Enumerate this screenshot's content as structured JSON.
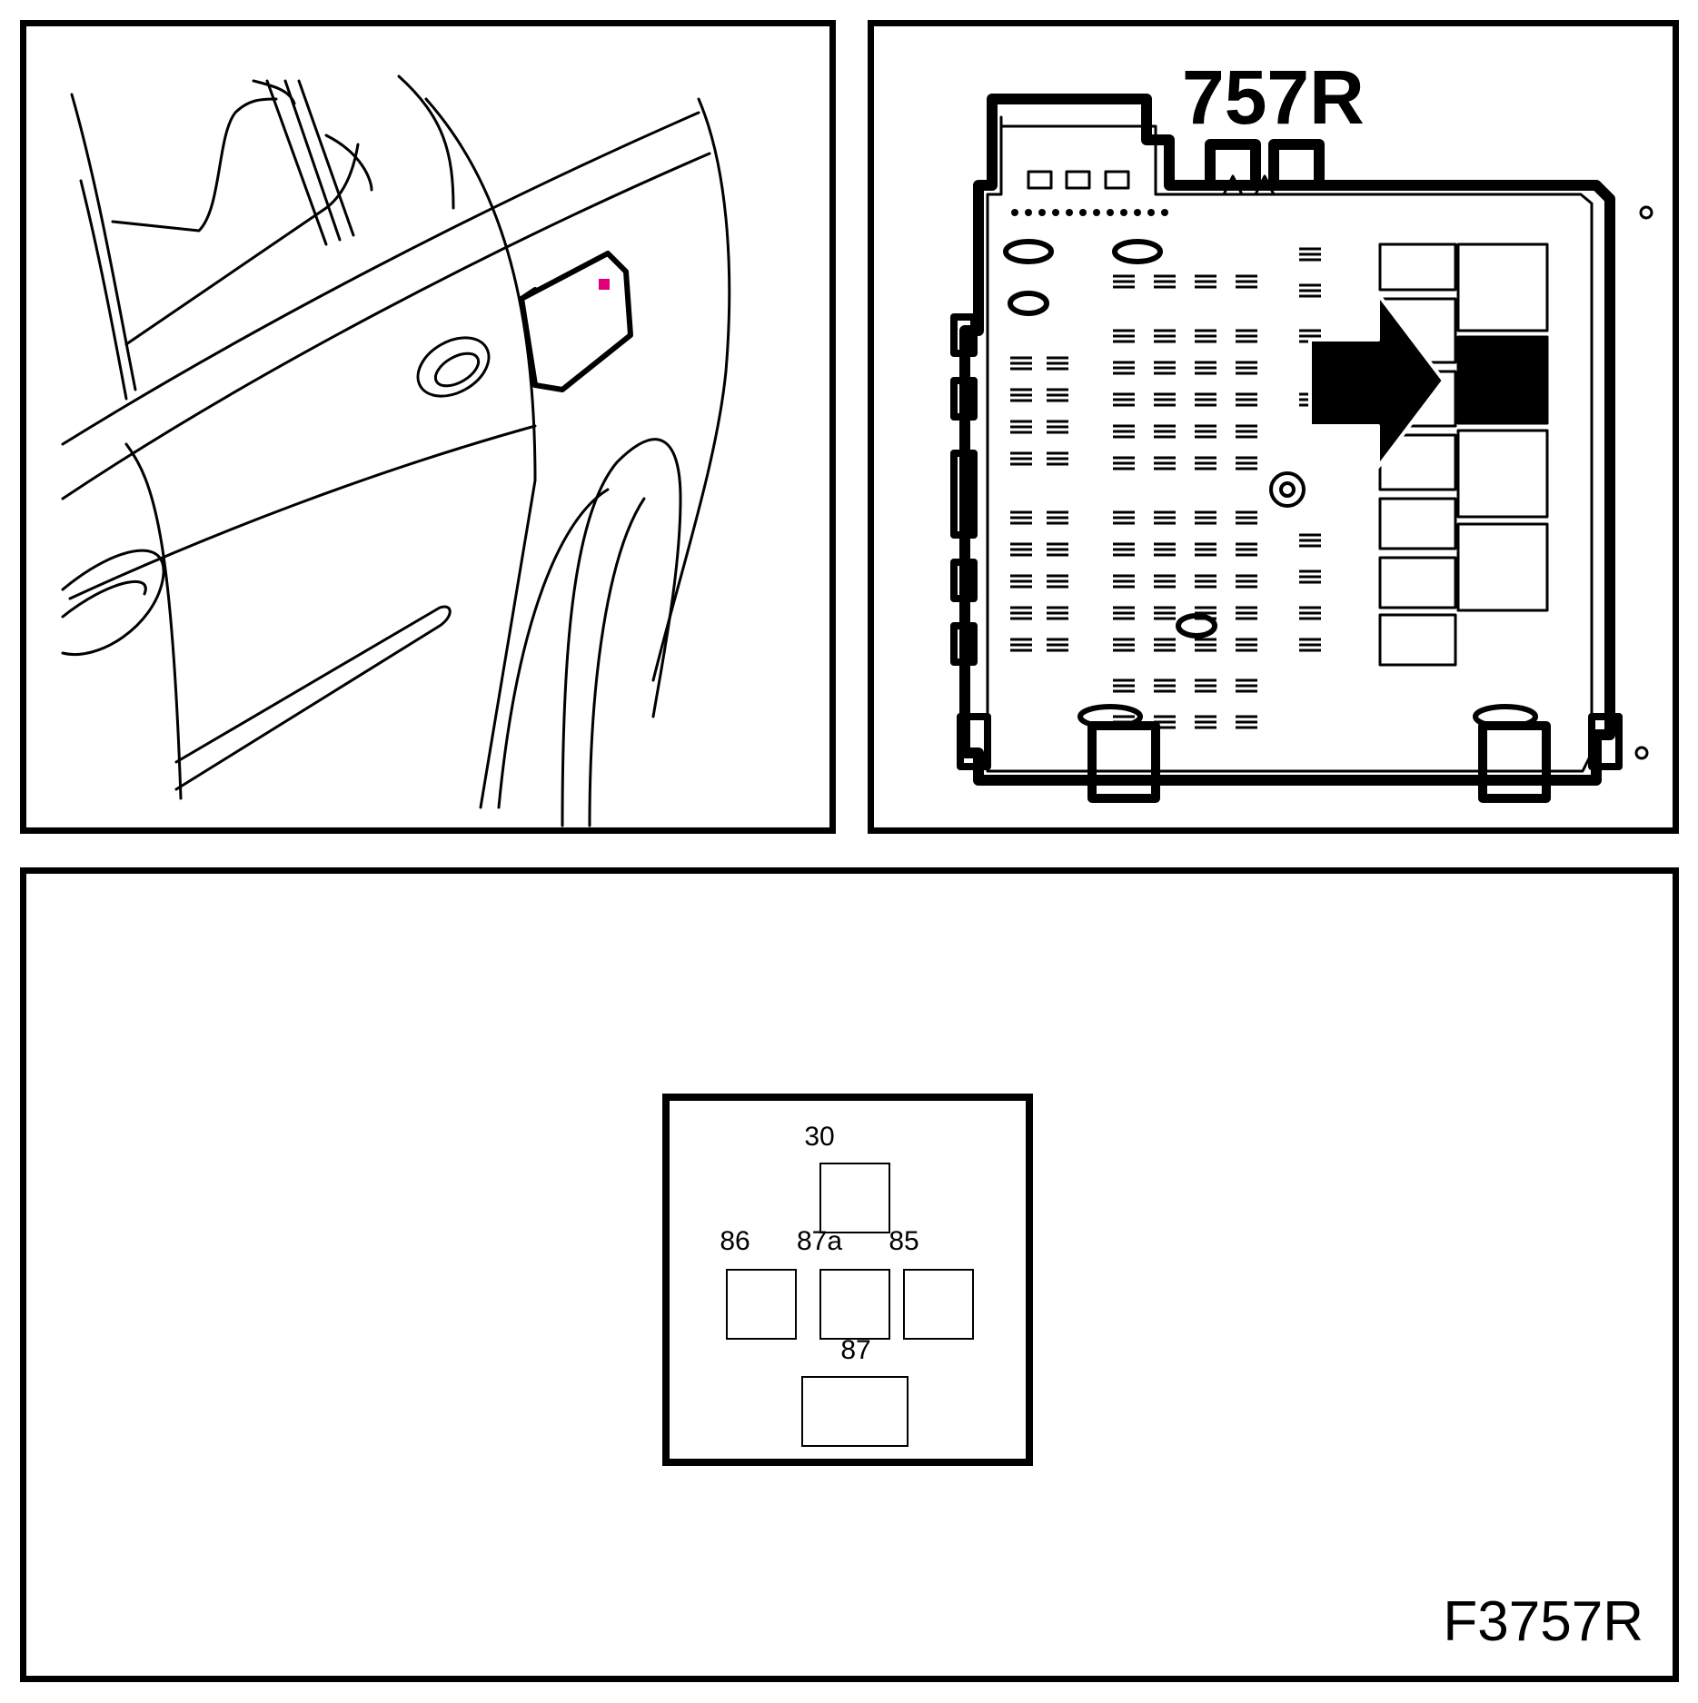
{
  "fuse_box": {
    "relay_label": "757R"
  },
  "relay_pinout": {
    "pins": {
      "p30": "30",
      "p86": "86",
      "p87a": "87a",
      "p85": "85",
      "p87": "87"
    }
  },
  "figure_code": "F3757R",
  "colors": {
    "line": "#000000",
    "highlight": "#e0007a",
    "background": "#ffffff"
  }
}
